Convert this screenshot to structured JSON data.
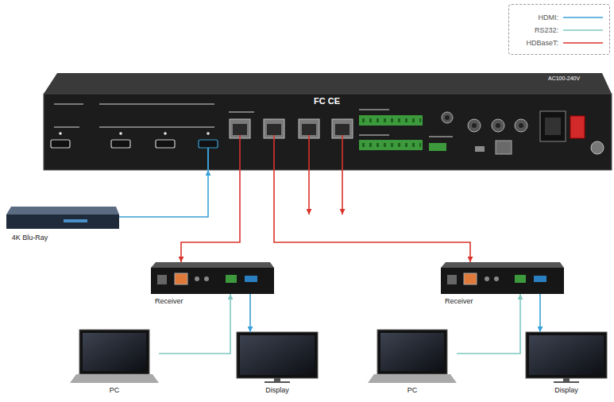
{
  "diagram": {
    "nodes": [
      {
        "text": [
          "FC CE"
        ]
      },
      {
        "text": [
          "4K Blu-Ray"
        ]
      },
      {
        "text": [
          "Receiver"
        ]
      },
      {
        "text": [
          "Receiver"
        ]
      },
      {
        "text": [
          "PC"
        ]
      },
      {
        "text": [
          "Display"
        ]
      },
      {
        "text": [
          "PC"
        ]
      },
      {
        "text": [
          "Display"
        ]
      }
    ],
    "edges": [
      {
        "from": 1,
        "to": 0,
        "arrow": "to"
      },
      {
        "from": 0,
        "to": 2,
        "arrow": "to"
      },
      {
        "from": 0,
        "to": 3,
        "arrow": "to"
      },
      {
        "from": 4,
        "to": 2,
        "arrow": "to"
      },
      {
        "from": 2,
        "to": 5,
        "arrow": "to"
      },
      {
        "from": 6,
        "to": 3,
        "arrow": "to"
      },
      {
        "from": 3,
        "to": 7,
        "arrow": "to"
      }
    ],
    "labels": [
      "AC100-240V"
    ],
    "legend": [
      {
        "text": "HDMI:"
      },
      {
        "text": "RS232:"
      },
      {
        "text": "HDBaseT:"
      }
    ]
  }
}
